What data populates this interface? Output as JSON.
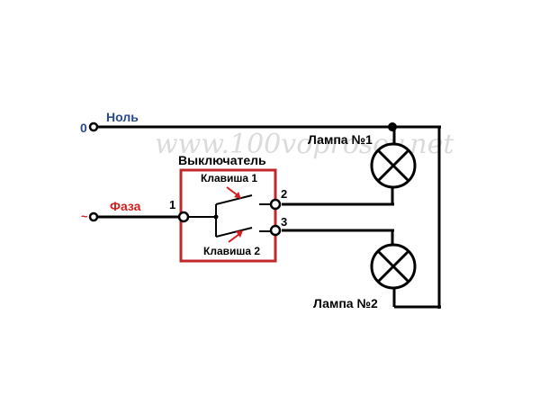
{
  "watermark": "www.100voprosov.net",
  "labels": {
    "zero_terminal": "0",
    "neutral": "Ноль",
    "phase_terminal": "~",
    "phase": "Фаза",
    "switch_title": "Выключатель",
    "key1": "Клавиша 1",
    "key2": "Клавиша 2",
    "pin1": "1",
    "pin2": "2",
    "pin3": "3",
    "lamp1": "Лампа №1",
    "lamp2": "Лампа №2"
  },
  "colors": {
    "wire": "#000000",
    "neutral_text": "#2a4a8c",
    "phase_text": "#d42020",
    "switch_box": "#c0282c",
    "arrow": "#d42020",
    "watermark": "#cfcfcf"
  }
}
